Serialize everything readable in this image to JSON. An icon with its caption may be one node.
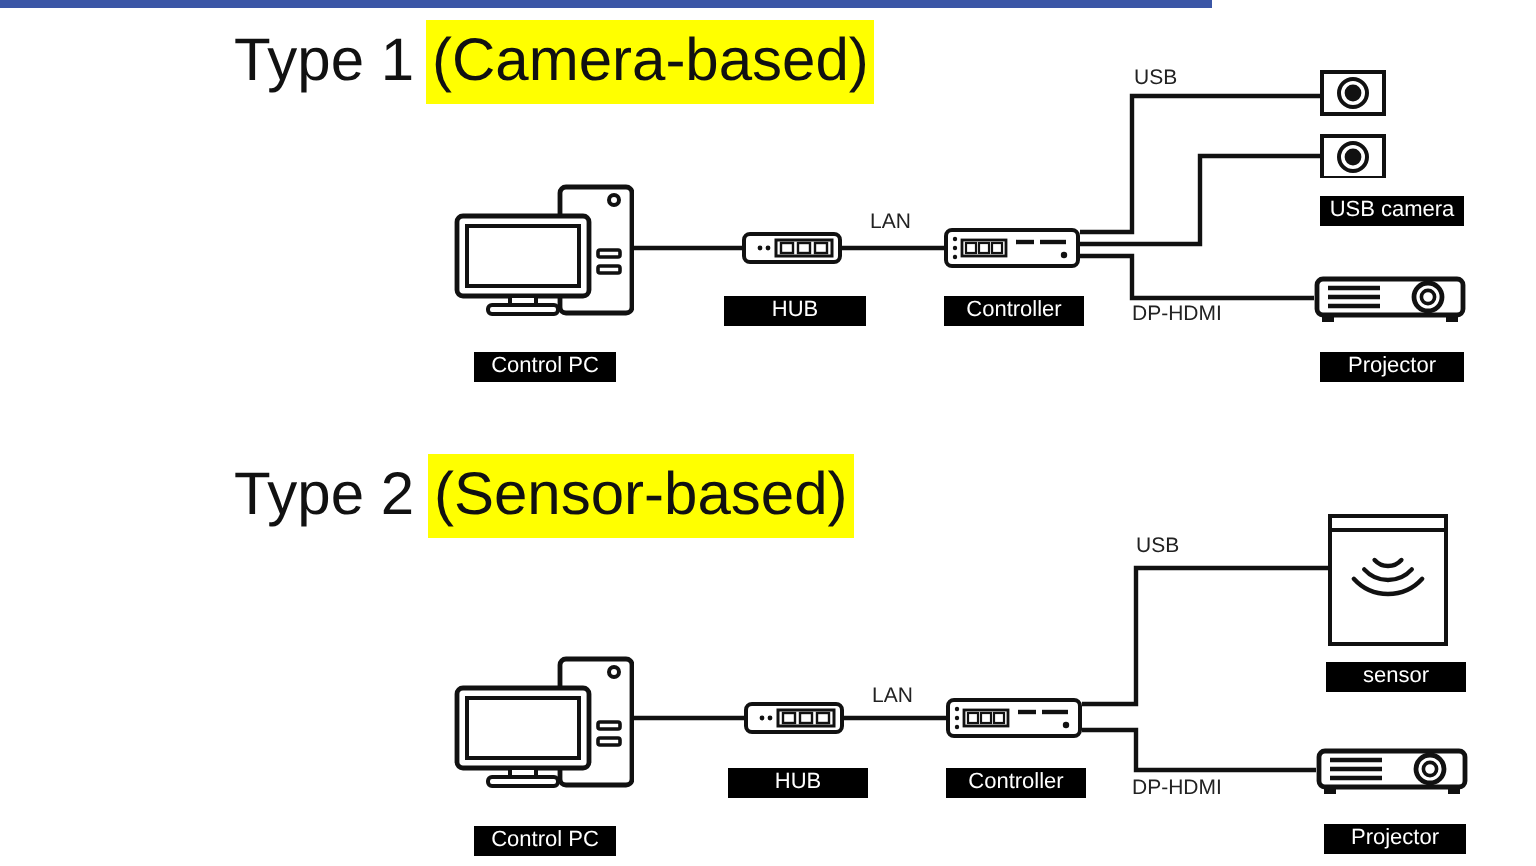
{
  "diagram": {
    "nodes": [
      {
        "text": [],
        "shape": "picture",
        "beside": [
          "Control PC"
        ]
      },
      {
        "text": [],
        "shape": "picture",
        "beside": [
          "HUB"
        ]
      },
      {
        "text": [],
        "shape": "picture",
        "beside": [
          "Controller"
        ]
      },
      {
        "text": [],
        "shape": "picture"
      },
      {
        "text": [],
        "shape": "picture",
        "beside": [
          "USB camera"
        ]
      },
      {
        "text": [],
        "shape": "picture",
        "beside": [
          "Projector"
        ]
      },
      {
        "text": [],
        "shape": "picture",
        "beside": [
          "Control PC"
        ]
      },
      {
        "text": [],
        "shape": "picture",
        "beside": [
          "HUB"
        ]
      },
      {
        "text": [],
        "shape": "picture",
        "beside": [
          "Controller"
        ]
      },
      {
        "text": [],
        "shape": "picture",
        "beside": [
          "sensor"
        ]
      },
      {
        "text": [],
        "shape": "picture",
        "beside": [
          "Projector"
        ]
      }
    ],
    "edges": [
      {
        "from": 0,
        "to": 1,
        "arrow": "none"
      },
      {
        "from": 1,
        "to": 2,
        "arrow": "none",
        "label": "LAN"
      },
      {
        "from": 2,
        "to": 3,
        "arrow": "none",
        "label": "USB"
      },
      {
        "from": 2,
        "to": 4,
        "arrow": "none"
      },
      {
        "from": 2,
        "to": 5,
        "arrow": "none",
        "label": "DP-HDMI"
      },
      {
        "from": 6,
        "to": 7,
        "arrow": "none"
      },
      {
        "from": 7,
        "to": 8,
        "arrow": "none",
        "label": "LAN"
      },
      {
        "from": 8,
        "to": 9,
        "arrow": "none",
        "label": "USB"
      },
      {
        "from": 8,
        "to": 10,
        "arrow": "none",
        "label": "DP-HDMI"
      }
    ],
    "labels": [
      "Type 1",
      "(Camera-based)",
      "Type 2",
      "(Sensor-based)"
    ]
  }
}
